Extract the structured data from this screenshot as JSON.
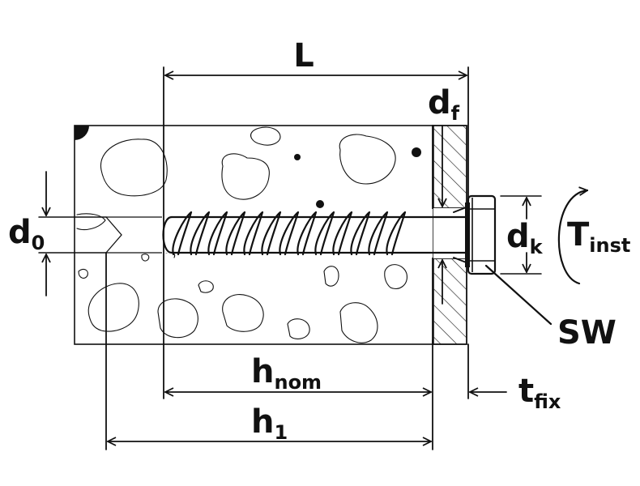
{
  "labels": {
    "L": "L",
    "d_f": {
      "main": "d",
      "sub": "f"
    },
    "d_0": {
      "main": "d",
      "sub": "0"
    },
    "d_k": {
      "main": "d",
      "sub": "k"
    },
    "T_inst": {
      "main": "T",
      "sub": "inst"
    },
    "SW": "SW",
    "h_nom": {
      "main": "h",
      "sub": "nom"
    },
    "h_1": {
      "main": "h",
      "sub": "1"
    },
    "t_fix": {
      "main": "t",
      "sub": "fix"
    }
  },
  "colors": {
    "ink": "#111111",
    "background": "#ffffff"
  }
}
